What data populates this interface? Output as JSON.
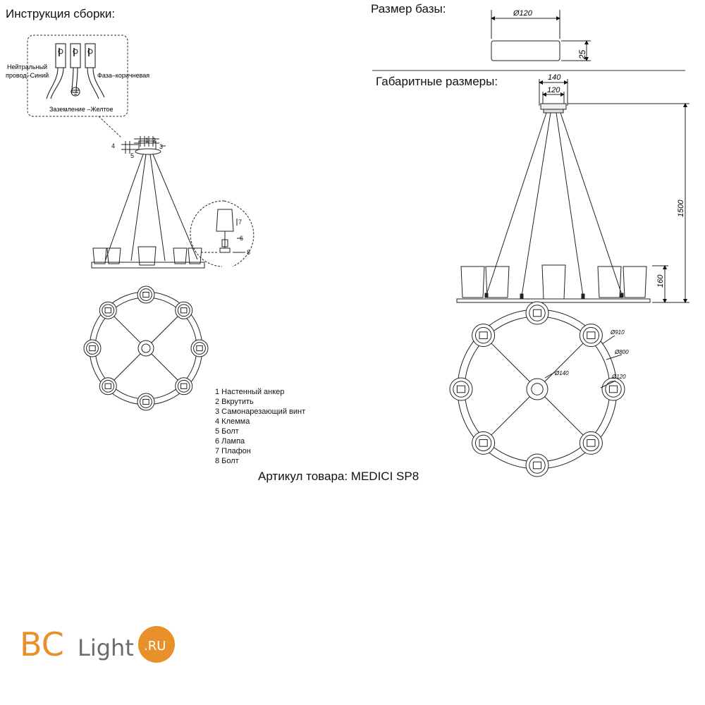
{
  "headings": {
    "assembly": "Инструкция сборки:",
    "base_size": "Размер базы:",
    "overall": "Габаритные размеры:",
    "article": "Артикул товара: MEDICI SP8"
  },
  "wiring": {
    "neutral": "Нейтральный провод–Синий",
    "neutral_line1": "Нейтральный",
    "neutral_line2": "провод–Синий",
    "phase": "Фаза–коричневая",
    "ground": "Заземление –Желтое"
  },
  "part_numbers": [
    "1",
    "2",
    "3",
    "4",
    "5",
    "6",
    "7",
    "8"
  ],
  "parts": [
    "1 Настенный анкер",
    "2 Вкрутить",
    "3 Самонарезающий винт",
    "4 Клемма",
    "5 Болт",
    "6 Лампа",
    "7 Плафон",
    "8 Болт"
  ],
  "dimensions": {
    "base_diameter": "Ø120",
    "base_height": "25",
    "canopy_outer": "140",
    "canopy_inner": "120",
    "total_height": "1500",
    "shade_height": "160",
    "ring_d910": "Ø910",
    "ring_d800": "Ø800",
    "shade_d120": "Ø120",
    "hub_d140": "Ø140"
  },
  "logo": {
    "text_bc": "BC",
    "text_light": "Light",
    "text_ru": ".RU",
    "color_orange": "#e8902a",
    "color_grey": "#6b6b6b"
  }
}
